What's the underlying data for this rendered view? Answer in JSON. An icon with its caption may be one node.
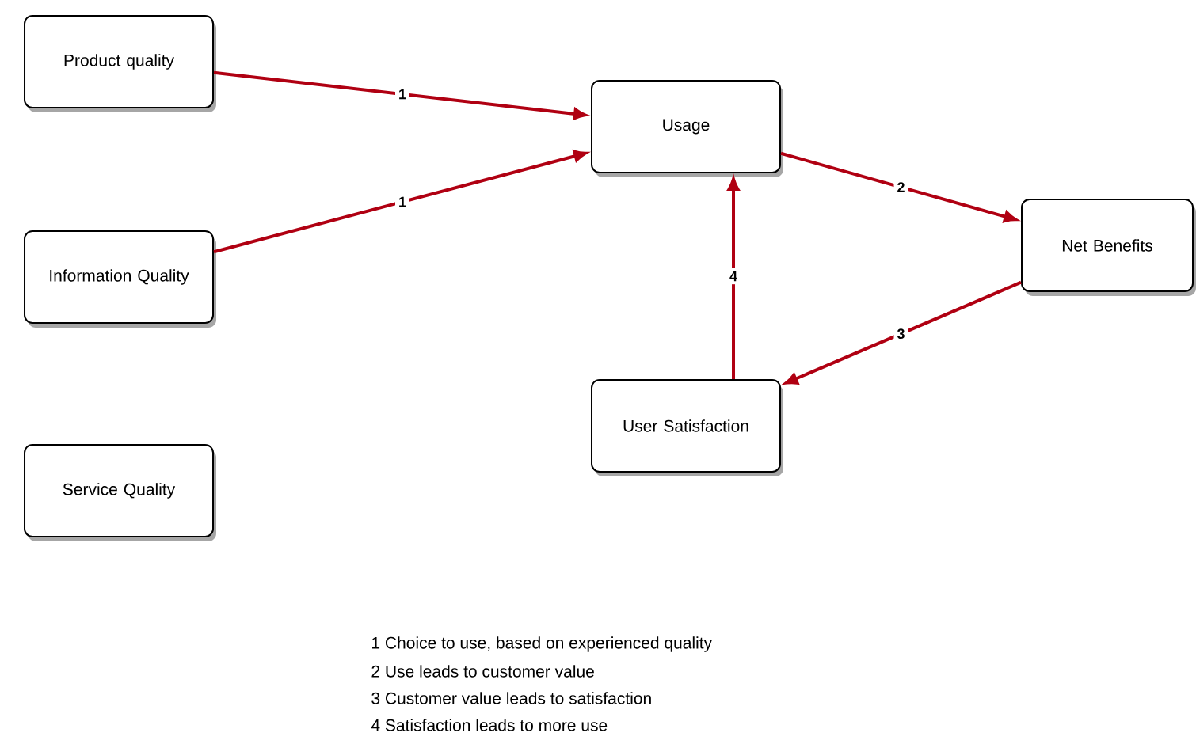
{
  "diagram": {
    "nodes": [
      {
        "text": [
          "Product quality"
        ]
      },
      {
        "text": [
          "Information Quality"
        ]
      },
      {
        "text": [
          "Service Quality"
        ]
      },
      {
        "text": [
          "Usage"
        ]
      },
      {
        "text": [
          "Net Benefits"
        ]
      },
      {
        "text": [
          "User Satisfaction"
        ]
      }
    ],
    "edges": [
      {
        "from": 0,
        "to": 3,
        "arrow": "to",
        "label": "1"
      },
      {
        "from": 1,
        "to": 3,
        "arrow": "to",
        "label": "1"
      },
      {
        "from": 3,
        "to": 4,
        "arrow": "to",
        "label": "2"
      },
      {
        "from": 4,
        "to": 5,
        "arrow": "to",
        "label": "3"
      },
      {
        "from": 5,
        "to": 3,
        "arrow": "to",
        "label": "4"
      }
    ],
    "labels": [
      "1 Choice to use, based on experienced quality",
      "2 Use leads to customer value",
      "3 Customer value leads to satisfaction",
      "4 Satisfaction leads to more use"
    ]
  }
}
